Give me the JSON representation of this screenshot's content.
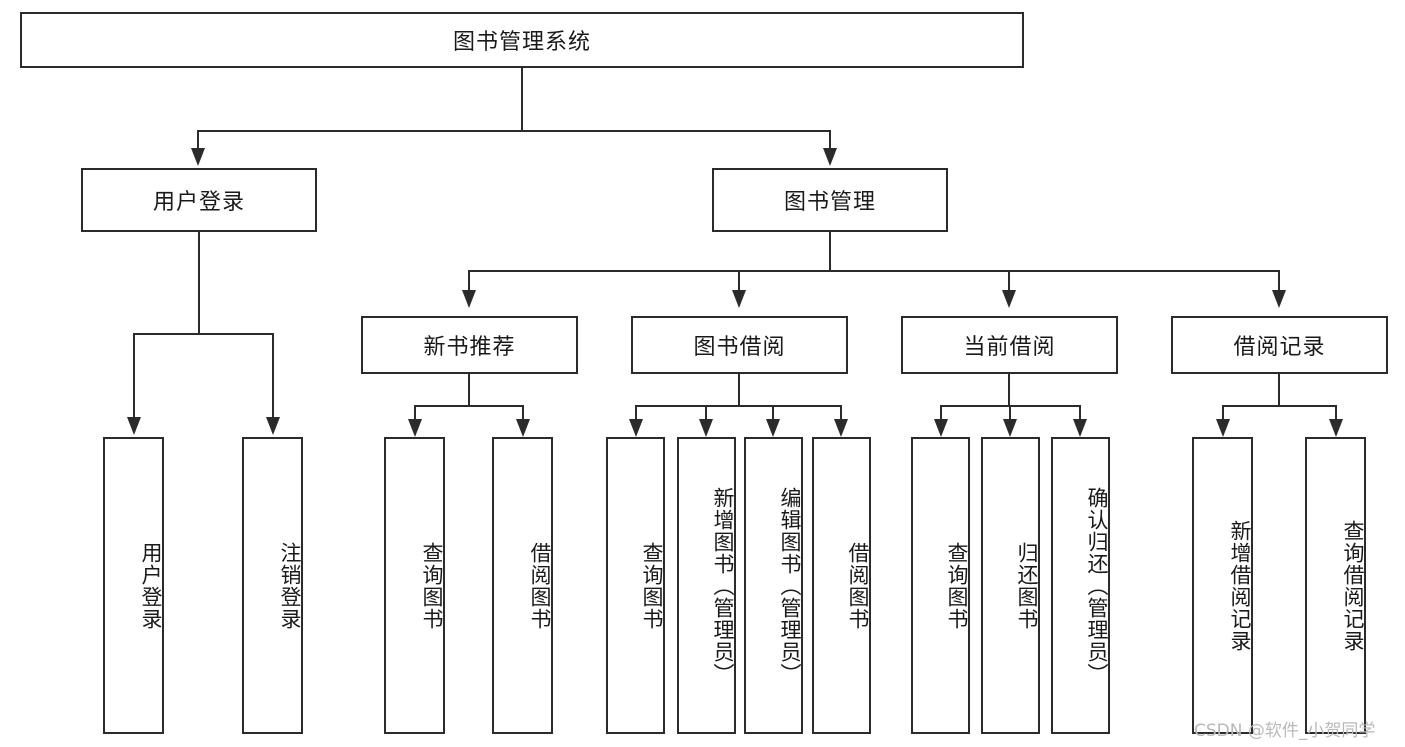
{
  "diagram": {
    "title_node": {
      "label": "图书管理系统"
    },
    "level2": [
      {
        "id": "user-login",
        "label": "用户登录"
      },
      {
        "id": "book-management",
        "label": "图书管理"
      }
    ],
    "level3": [
      {
        "id": "new-book-recommend",
        "label": "新书推荐"
      },
      {
        "id": "book-borrow",
        "label": "图书借阅"
      },
      {
        "id": "current-borrow",
        "label": "当前借阅"
      },
      {
        "id": "borrow-record",
        "label": "借阅记录"
      }
    ],
    "leaves": {
      "user_login": [
        {
          "id": "leaf-user-login",
          "label": "用户登录"
        },
        {
          "id": "leaf-logout-login",
          "label": "注销登录"
        }
      ],
      "new_book_recommend": [
        {
          "id": "leaf-query-book-1",
          "label": "查询图书"
        },
        {
          "id": "leaf-borrow-book-1",
          "label": "借阅图书"
        }
      ],
      "book_borrow": [
        {
          "id": "leaf-query-book-2",
          "label": "查询图书"
        },
        {
          "id": "leaf-add-book",
          "label": "新增图书（管理员）"
        },
        {
          "id": "leaf-edit-book",
          "label": "编辑图书（管理员）"
        },
        {
          "id": "leaf-borrow-book-2",
          "label": "借阅图书"
        }
      ],
      "current_borrow": [
        {
          "id": "leaf-query-book-3",
          "label": "查询图书"
        },
        {
          "id": "leaf-return-book",
          "label": "归还图书"
        },
        {
          "id": "leaf-confirm-return",
          "label": "确认归还（管理员）"
        }
      ],
      "borrow_record": [
        {
          "id": "leaf-add-record",
          "label": "新增借阅记录"
        },
        {
          "id": "leaf-query-record",
          "label": "查询借阅记录"
        }
      ]
    }
  },
  "watermark": {
    "text": "CSDN @软件_小贺同学"
  },
  "colors": {
    "stroke": "#2b2b2b",
    "background": "#ffffff",
    "text": "#1a1a1a",
    "watermark": "#b9b9b9"
  }
}
